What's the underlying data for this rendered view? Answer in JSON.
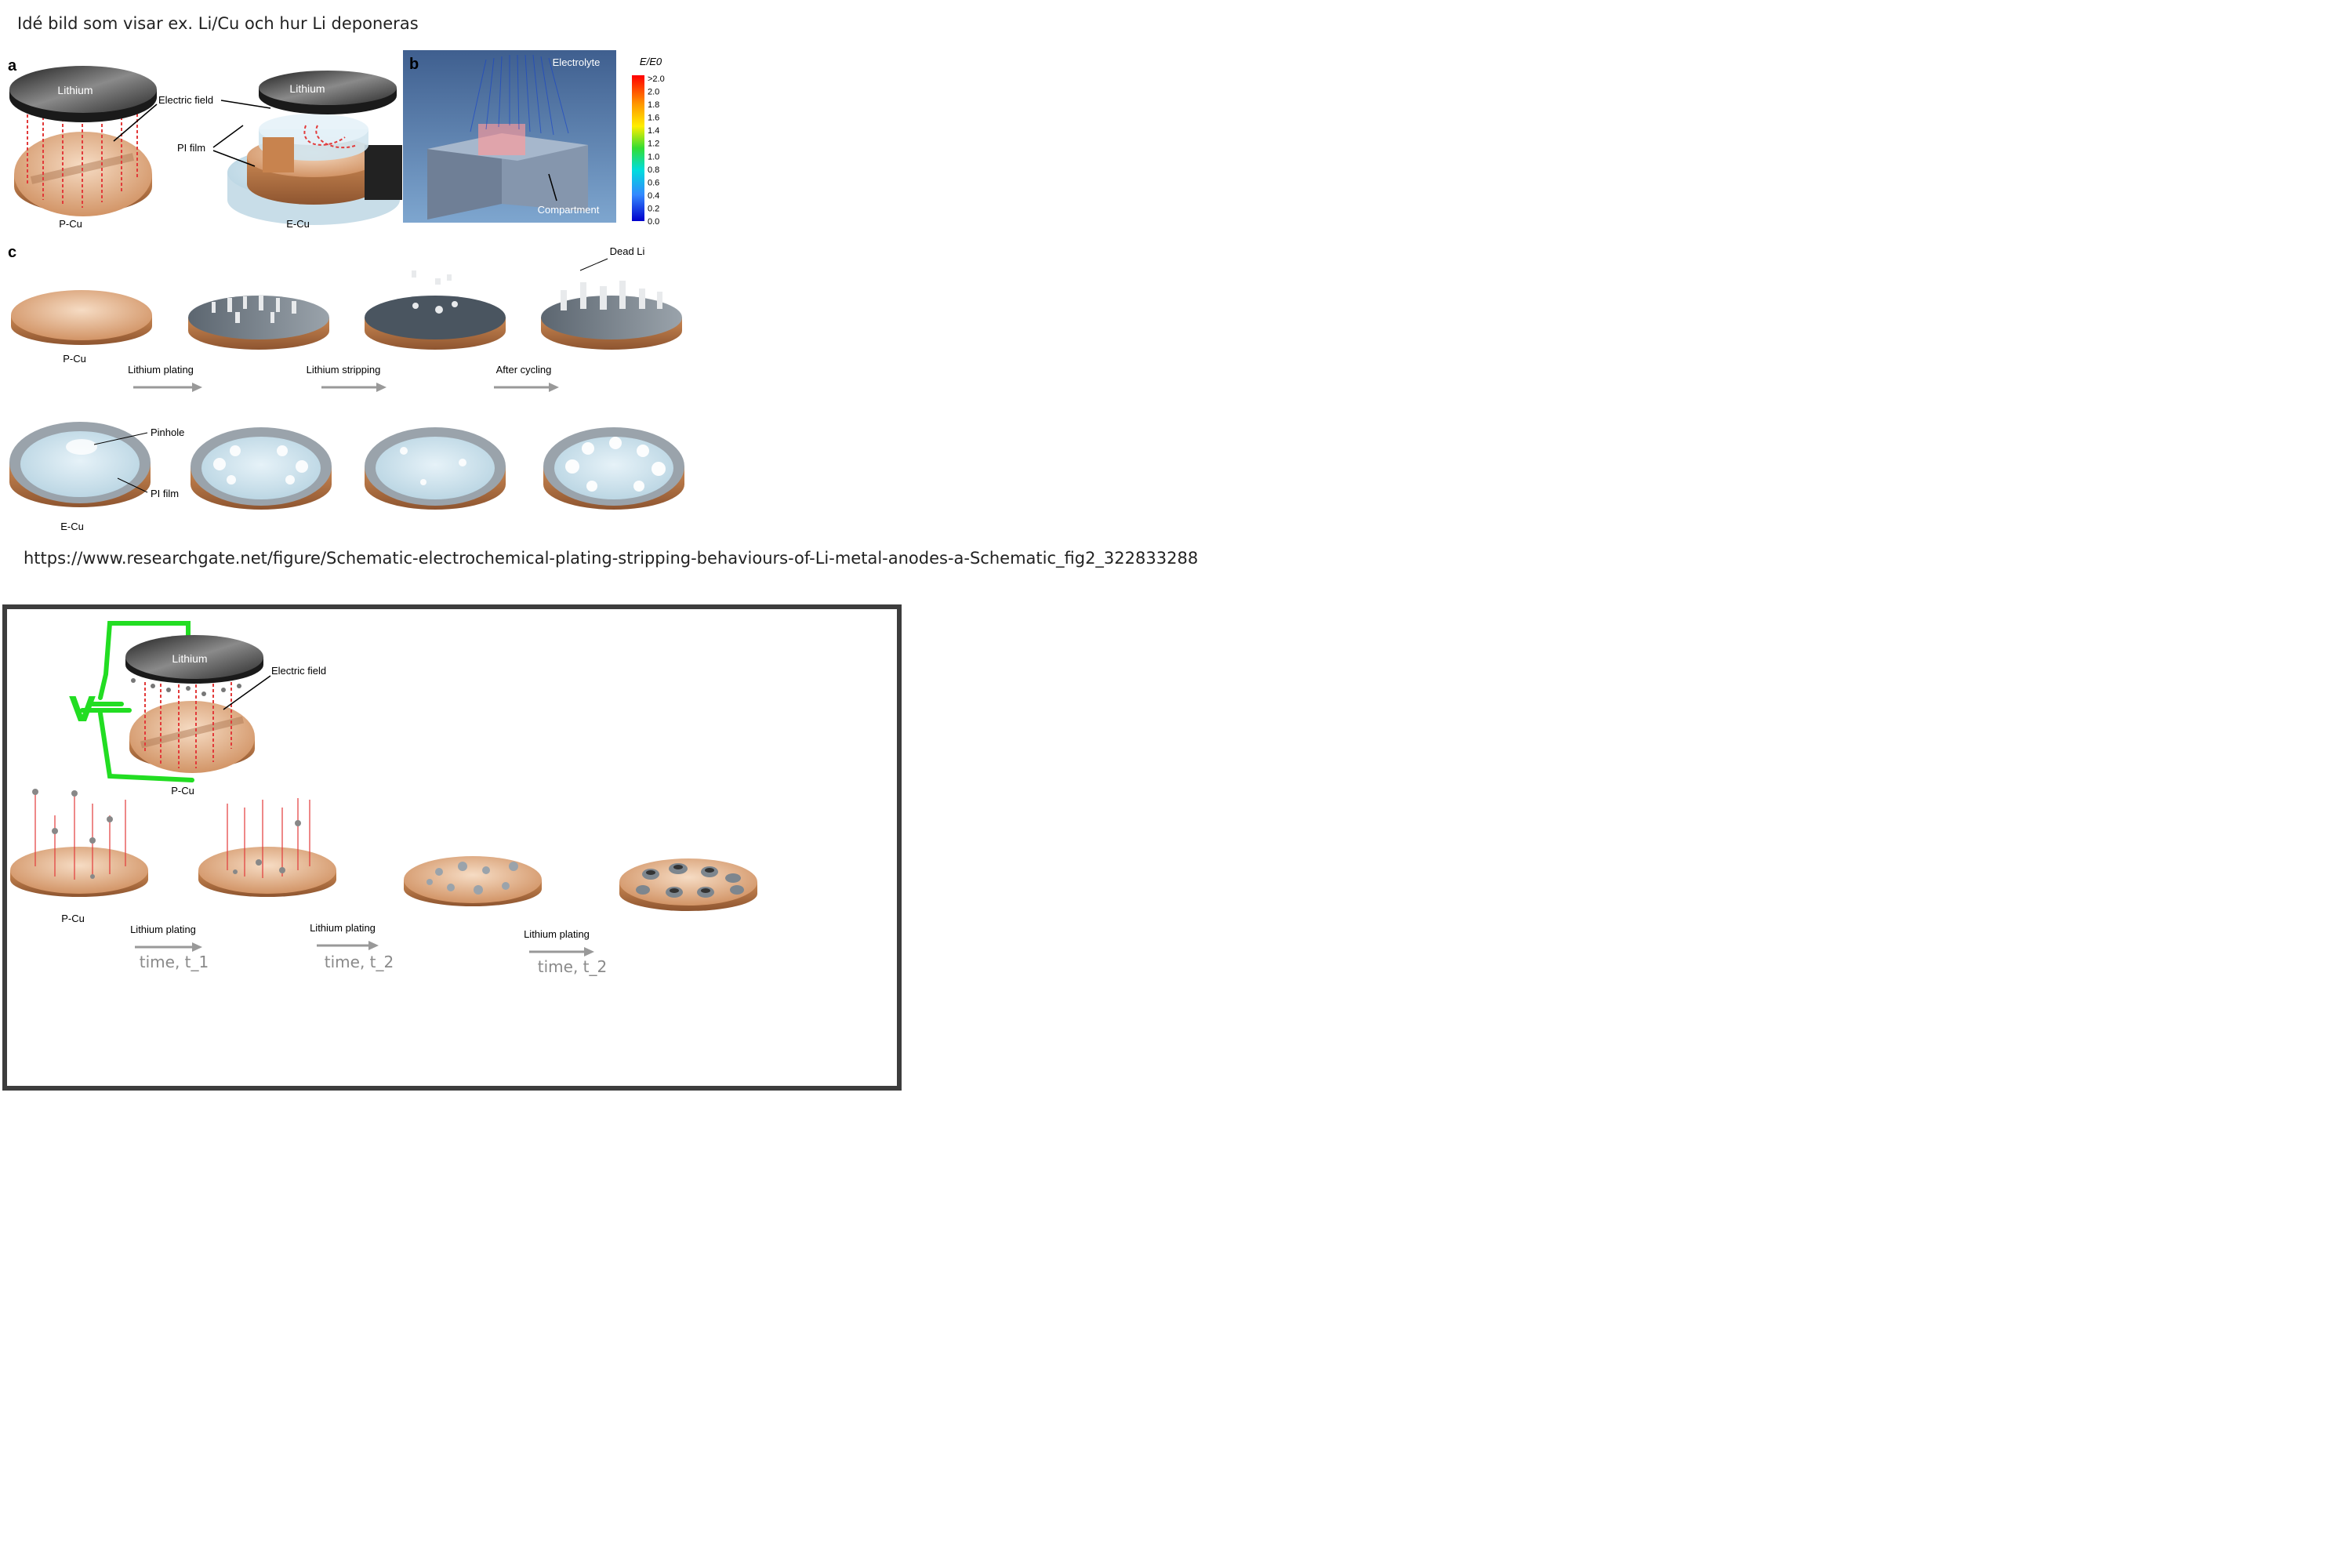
{
  "heading": "Idé bild som visar ex. Li/Cu och hur Li deponeras",
  "source_url": "https://www.researchgate.net/figure/Schematic-electrochemical-plating-stripping-behaviours-of-Li-metal-anodes-a-Schematic_fig2_322833288",
  "figure": {
    "panel_a": {
      "letter": "a",
      "lithium": "Lithium",
      "electric_field": "Electric field",
      "pi_film": "PI film",
      "p_cu": "P-Cu",
      "e_cu": "E-Cu"
    },
    "panel_b": {
      "letter": "b",
      "electrolyte": "Electrolyte",
      "compartment": "Compartment",
      "colorbar_title": "E/E0",
      "colorbar_ticks": [
        ">2.0",
        "2.0",
        "1.8",
        "1.6",
        "1.4",
        "1.2",
        "1.0",
        "0.8",
        "0.6",
        "0.4",
        "0.2",
        "0.0"
      ]
    },
    "panel_c": {
      "letter": "c",
      "dead_li": "Dead Li",
      "p_cu": "P-Cu",
      "step1": "Lithium plating",
      "step2": "Lithium stripping",
      "step3": "After cycling",
      "pinhole": "Pinhole",
      "pi_film": "PI film",
      "e_cu": "E-Cu"
    }
  },
  "idea": {
    "lithium": "Lithium",
    "electric_field": "Electric field",
    "voltage": "V",
    "p_cu_top": "P-Cu",
    "p_cu_bottom": "P-Cu",
    "steps": [
      {
        "label": "Lithium plating",
        "time": "time, t_1"
      },
      {
        "label": "Lithium plating",
        "time": "time, t_2"
      },
      {
        "label": "Lithium plating",
        "time": "time, t_2"
      }
    ]
  },
  "colors": {
    "copper": "#d9a47a",
    "copper_dark": "#a86a3e",
    "lithium": "#3b3b3b",
    "field_line": "#e23a3a",
    "wire": "#22dd22",
    "frame": "#3d3d3d",
    "sim_bg": "#5a7da8"
  }
}
